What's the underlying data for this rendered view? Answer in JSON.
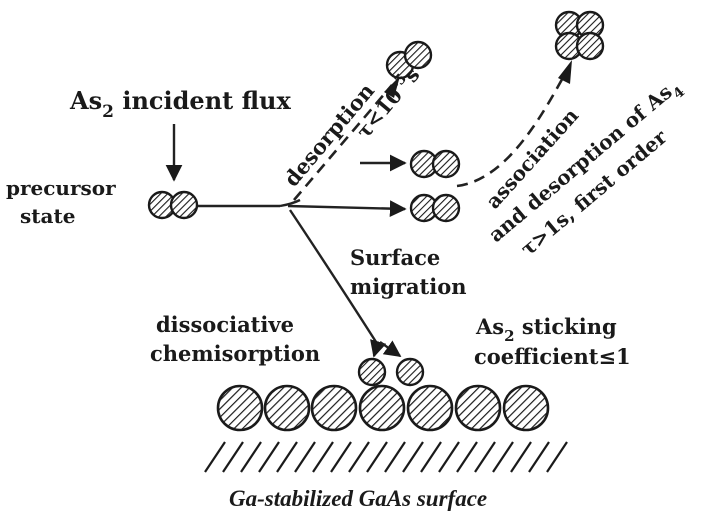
{
  "labels": {
    "incident_flux_prefix": "As",
    "incident_flux_sub": "2",
    "incident_flux_suffix": " incident flux",
    "precursor_line1": "precursor",
    "precursor_line2": "state",
    "desorption": "desorption",
    "tau_fast_prefix": "τ<10",
    "tau_fast_exp": "-5",
    "tau_fast_unit": "s",
    "assoc_line1": "association",
    "assoc_line2_prefix": "and desorption of As",
    "assoc_line2_sub": "4",
    "assoc_line3": "τ>1s, first order",
    "surface_line1": "Surface",
    "surface_line2": "migration",
    "dissoc_line1": "dissociative",
    "dissoc_line2": "chemisorption",
    "sticking_line1_prefix": "As",
    "sticking_line1_sub": "2",
    "sticking_line1_suffix": " sticking",
    "sticking_line2": "coefficient≤1",
    "caption": "Ga-stabilized GaAs surface"
  }
}
